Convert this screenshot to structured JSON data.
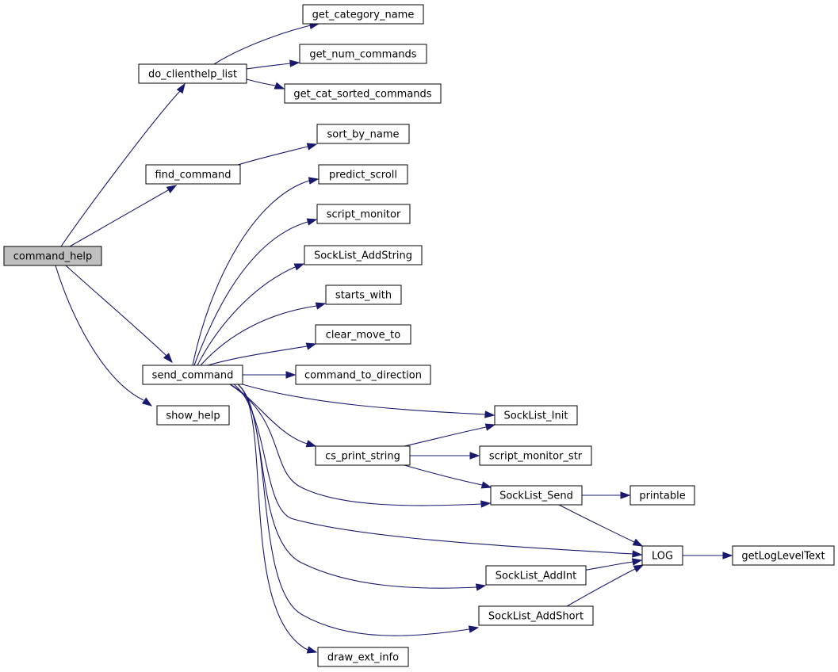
{
  "colors": {
    "edge": "#191970",
    "node_fill": "#ffffff",
    "root_fill": "#bfbfbf",
    "node_border": "#000000"
  },
  "nodes": [
    {
      "id": "command_help",
      "label": "command_help",
      "root": true
    },
    {
      "id": "do_clienthelp_list",
      "label": "do_clienthelp_list"
    },
    {
      "id": "find_command",
      "label": "find_command"
    },
    {
      "id": "send_command",
      "label": "send_command"
    },
    {
      "id": "show_help",
      "label": "show_help"
    },
    {
      "id": "get_category_name",
      "label": "get_category_name"
    },
    {
      "id": "get_num_commands",
      "label": "get_num_commands"
    },
    {
      "id": "get_cat_sorted_commands",
      "label": "get_cat_sorted_commands"
    },
    {
      "id": "sort_by_name",
      "label": "sort_by_name"
    },
    {
      "id": "predict_scroll",
      "label": "predict_scroll"
    },
    {
      "id": "script_monitor",
      "label": "script_monitor"
    },
    {
      "id": "SockList_AddString",
      "label": "SockList_AddString"
    },
    {
      "id": "starts_with",
      "label": "starts_with"
    },
    {
      "id": "clear_move_to",
      "label": "clear_move_to"
    },
    {
      "id": "command_to_direction",
      "label": "command_to_direction"
    },
    {
      "id": "SockList_Init",
      "label": "SockList_Init"
    },
    {
      "id": "cs_print_string",
      "label": "cs_print_string"
    },
    {
      "id": "script_monitor_str",
      "label": "script_monitor_str"
    },
    {
      "id": "SockList_Send",
      "label": "SockList_Send"
    },
    {
      "id": "printable",
      "label": "printable"
    },
    {
      "id": "LOG",
      "label": "LOG"
    },
    {
      "id": "getLogLevelText",
      "label": "getLogLevelText"
    },
    {
      "id": "SockList_AddInt",
      "label": "SockList_AddInt"
    },
    {
      "id": "SockList_AddShort",
      "label": "SockList_AddShort"
    },
    {
      "id": "draw_ext_info",
      "label": "draw_ext_info"
    }
  ],
  "edges": [
    {
      "from": "command_help",
      "to": "do_clienthelp_list"
    },
    {
      "from": "command_help",
      "to": "find_command"
    },
    {
      "from": "command_help",
      "to": "send_command"
    },
    {
      "from": "command_help",
      "to": "show_help"
    },
    {
      "from": "do_clienthelp_list",
      "to": "get_category_name"
    },
    {
      "from": "do_clienthelp_list",
      "to": "get_num_commands"
    },
    {
      "from": "do_clienthelp_list",
      "to": "get_cat_sorted_commands"
    },
    {
      "from": "find_command",
      "to": "sort_by_name"
    },
    {
      "from": "send_command",
      "to": "predict_scroll"
    },
    {
      "from": "send_command",
      "to": "script_monitor"
    },
    {
      "from": "send_command",
      "to": "SockList_AddString"
    },
    {
      "from": "send_command",
      "to": "starts_with"
    },
    {
      "from": "send_command",
      "to": "clear_move_to"
    },
    {
      "from": "send_command",
      "to": "command_to_direction"
    },
    {
      "from": "send_command",
      "to": "SockList_Init"
    },
    {
      "from": "send_command",
      "to": "cs_print_string"
    },
    {
      "from": "send_command",
      "to": "SockList_Send"
    },
    {
      "from": "send_command",
      "to": "LOG"
    },
    {
      "from": "send_command",
      "to": "SockList_AddInt"
    },
    {
      "from": "send_command",
      "to": "SockList_AddShort"
    },
    {
      "from": "send_command",
      "to": "draw_ext_info"
    },
    {
      "from": "cs_print_string",
      "to": "SockList_Init"
    },
    {
      "from": "cs_print_string",
      "to": "script_monitor_str"
    },
    {
      "from": "cs_print_string",
      "to": "SockList_Send"
    },
    {
      "from": "SockList_Send",
      "to": "printable"
    },
    {
      "from": "SockList_Send",
      "to": "LOG"
    },
    {
      "from": "SockList_AddInt",
      "to": "LOG"
    },
    {
      "from": "SockList_AddShort",
      "to": "LOG"
    },
    {
      "from": "LOG",
      "to": "getLogLevelText"
    }
  ]
}
